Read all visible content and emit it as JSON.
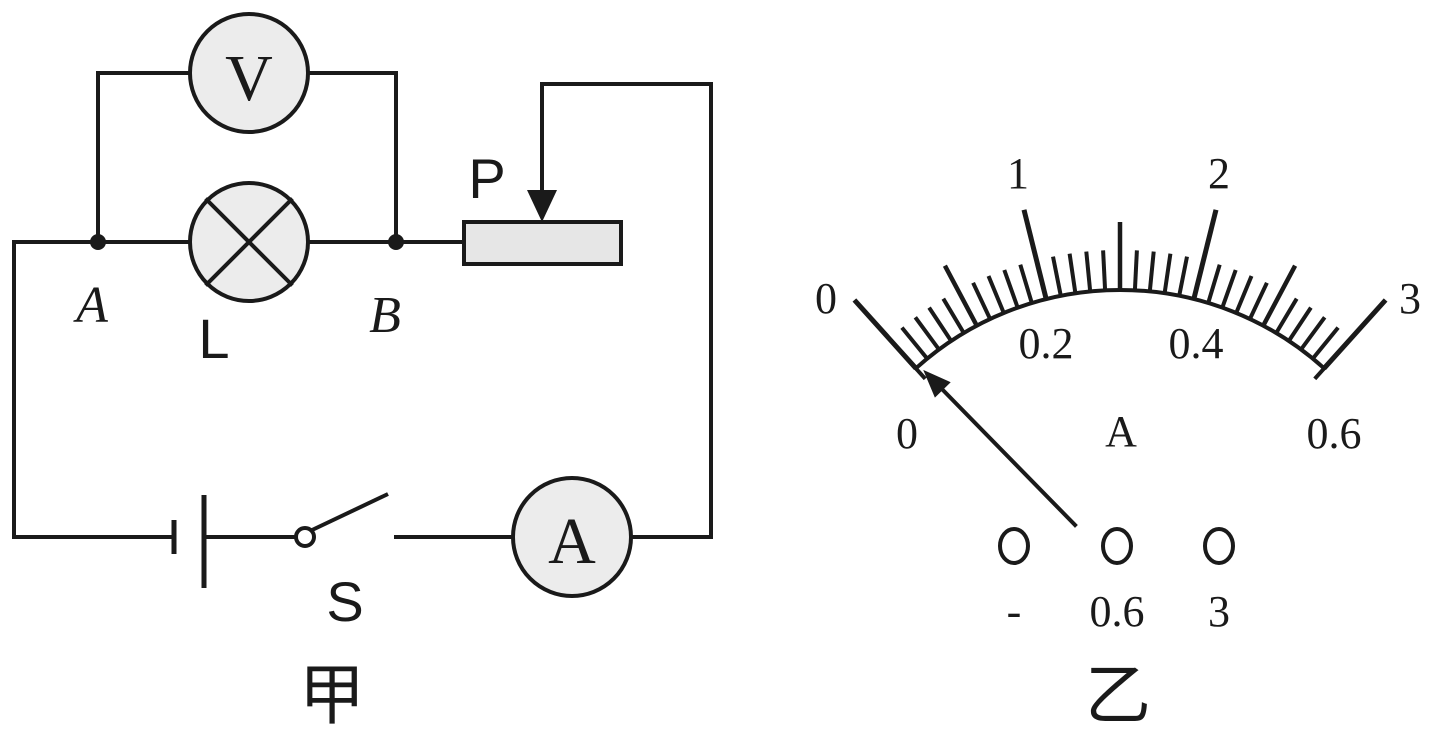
{
  "circuit": {
    "voltmeter_symbol": "V",
    "ammeter_symbol": "A",
    "node_a": "A",
    "node_b": "B",
    "lamp_label": "L",
    "slider_label": "P",
    "switch_label": "S",
    "caption": "甲"
  },
  "ammeter_dial": {
    "scale_3A_labels": [
      "0",
      "1",
      "2",
      "3"
    ],
    "scale_06A_labels": [
      "0",
      "0.2",
      "0.4",
      "0.6"
    ],
    "unit_symbol": "A",
    "terminals": [
      "-",
      "0.6",
      "3"
    ],
    "caption": "乙",
    "pointer_reading_fraction": 0.01,
    "scale_3A_max": 3,
    "scale_06A_max": 0.6,
    "divisions": 30
  }
}
